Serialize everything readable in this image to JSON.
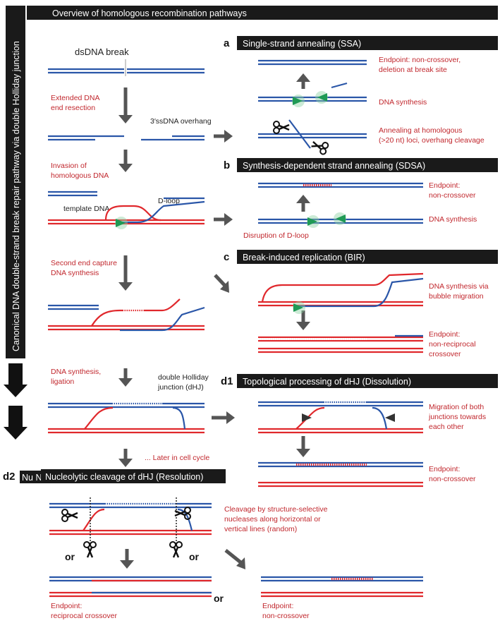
{
  "title": "Overview of homologous recombination pathways",
  "left_column": {
    "vertical_label": "Canonical DNA double-strand break repair pathway via double Holliday junction",
    "dsdna_break": "dsDNA break",
    "resection": [
      "Extended DNA",
      "end resection"
    ],
    "overhang": "3′ssDNA overhang",
    "invasion": [
      "Invasion of",
      "homologous DNA"
    ],
    "d_loop": "D-loop",
    "template": "template DNA",
    "second_end": [
      "Second end capture",
      "DNA synthesis"
    ],
    "synthesis_ligation": [
      "DNA synthesis,",
      "ligation"
    ],
    "dhj": [
      "double Holliday",
      "junction (dHJ)"
    ],
    "later": "... Later in cell cycle"
  },
  "panels": {
    "a": {
      "letter": "a",
      "title": "Single-strand annealing (SSA)",
      "notes": [
        [
          "Endpoint: non-crossover,",
          "deletion at break site"
        ],
        [
          "DNA synthesis"
        ],
        [
          "Annealing at homologous",
          "(>20 nt) loci, overhang cleavage"
        ]
      ]
    },
    "b": {
      "letter": "b",
      "title": "Synthesis-dependent strand annealing (SDSA)",
      "notes": [
        [
          "Endpoint:",
          "non-crossover"
        ],
        [
          "DNA synthesis"
        ],
        [
          "Disruption of D-loop"
        ]
      ]
    },
    "c": {
      "letter": "c",
      "title": "Break-induced replication (BIR)",
      "notes": [
        [
          "DNA synthesis via",
          "bubble migration"
        ],
        [
          "Endpoint:",
          "non-reciprocal",
          "crossover"
        ]
      ]
    },
    "d1": {
      "letter": "d1",
      "title": "Topological processing of dHJ (Dissolution)",
      "notes": [
        [
          "Migration of both",
          "junctions towards",
          "each other"
        ],
        [
          "Endpoint:",
          "non-crossover"
        ]
      ]
    },
    "d2": {
      "letter": "d2",
      "stub": "Nu N",
      "title": "Nucleolytic cleavage of dHJ (Resolution)",
      "notes": [
        [
          "Cleavage by structure-selective",
          "nucleases along horizontal or",
          "vertical lines (random)"
        ],
        [
          "Endpoint:",
          "reciprocal crossover"
        ],
        [
          "Endpoint:",
          "non-crossover"
        ]
      ],
      "or": "or"
    }
  },
  "colors": {
    "blue": "#2a56a8",
    "red": "#e0282c",
    "note": "#c1272d",
    "arrow": "#555555",
    "green": "#1f9a55",
    "header": "#1a1a1a"
  }
}
